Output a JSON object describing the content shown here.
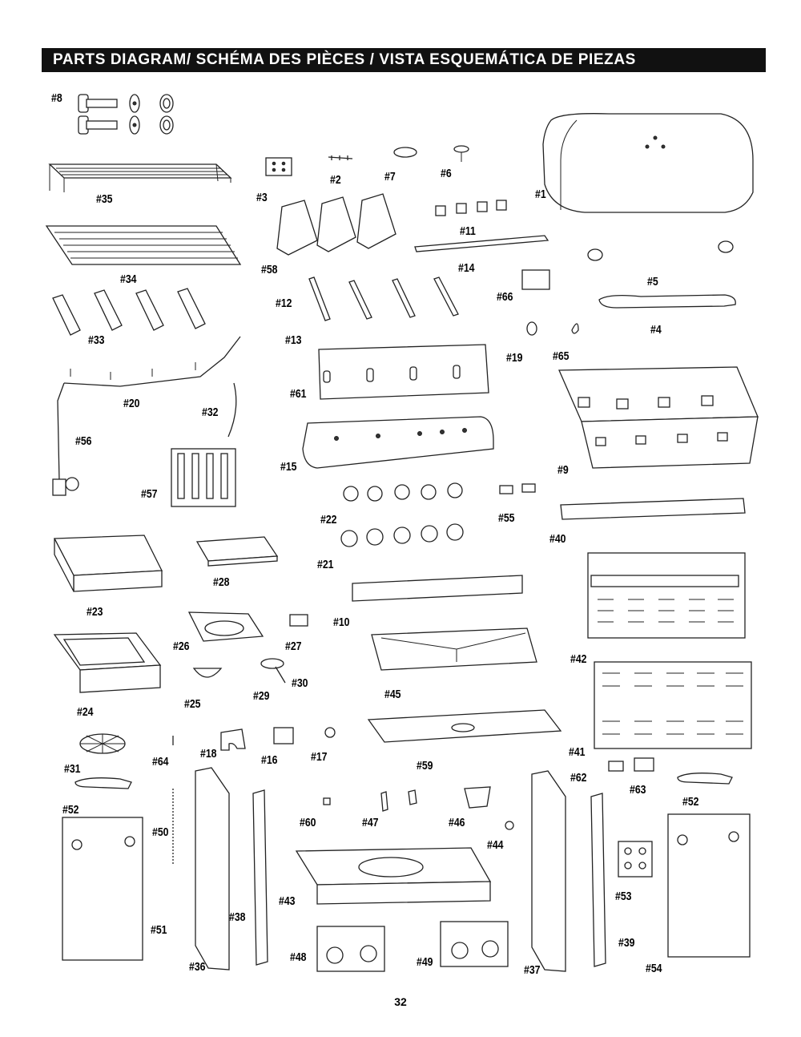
{
  "banner": {
    "title": "PARTS DIAGRAM/ SCHÉMA DES PIÈCES / VISTA ESQUEMÁTICA DE PIEZAS"
  },
  "page_number": "32",
  "labels": {
    "p1": "#1",
    "p2": "#2",
    "p3": "#3",
    "p4": "#4",
    "p5": "#5",
    "p6": "#6",
    "p7": "#7",
    "p8": "#8",
    "p9": "#9",
    "p10": "#10",
    "p11": "#11",
    "p12": "#12",
    "p13": "#13",
    "p14": "#14",
    "p15": "#15",
    "p16": "#16",
    "p17": "#17",
    "p18": "#18",
    "p19": "#19",
    "p20": "#20",
    "p21": "#21",
    "p22": "#22",
    "p23": "#23",
    "p24": "#24",
    "p25": "#25",
    "p26": "#26",
    "p27": "#27",
    "p28": "#28",
    "p29": "#29",
    "p30": "#30",
    "p31": "#31",
    "p32": "#32",
    "p33": "#33",
    "p34": "#34",
    "p35": "#35",
    "p36": "#36",
    "p37": "#37",
    "p38": "#38",
    "p39": "#39",
    "p40": "#40",
    "p41": "#41",
    "p42": "#42",
    "p43": "#43",
    "p44": "#44",
    "p45": "#45",
    "p46": "#46",
    "p47": "#47",
    "p48": "#48",
    "p49": "#49",
    "p50": "#50",
    "p51": "#51",
    "p52a": "#52",
    "p52b": "#52",
    "p53": "#53",
    "p54": "#54",
    "p55": "#55",
    "p56": "#56",
    "p57": "#57",
    "p58": "#58",
    "p59": "#59",
    "p60": "#60",
    "p61": "#61",
    "p62": "#62",
    "p63": "#63",
    "p64": "#64",
    "p65": "#65",
    "p66": "#66"
  }
}
